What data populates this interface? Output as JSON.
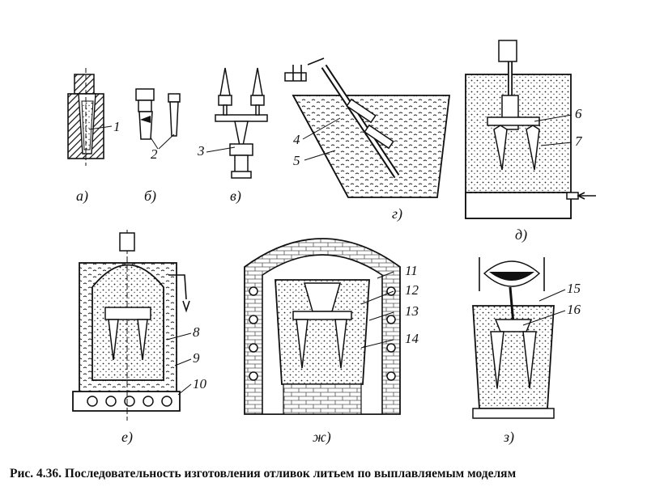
{
  "caption": "Рис. 4.36. Последовательность изготовления отливок литьем по выплавляемым моделям",
  "panel_labels": [
    "а)",
    "б)",
    "в)",
    "г)",
    "д)",
    "е)",
    "ж)",
    "з)"
  ],
  "callouts": [
    "1",
    "2",
    "3",
    "4",
    "5",
    "6",
    "7",
    "8",
    "9",
    "10",
    "11",
    "12",
    "13",
    "14",
    "15",
    "16"
  ]
}
